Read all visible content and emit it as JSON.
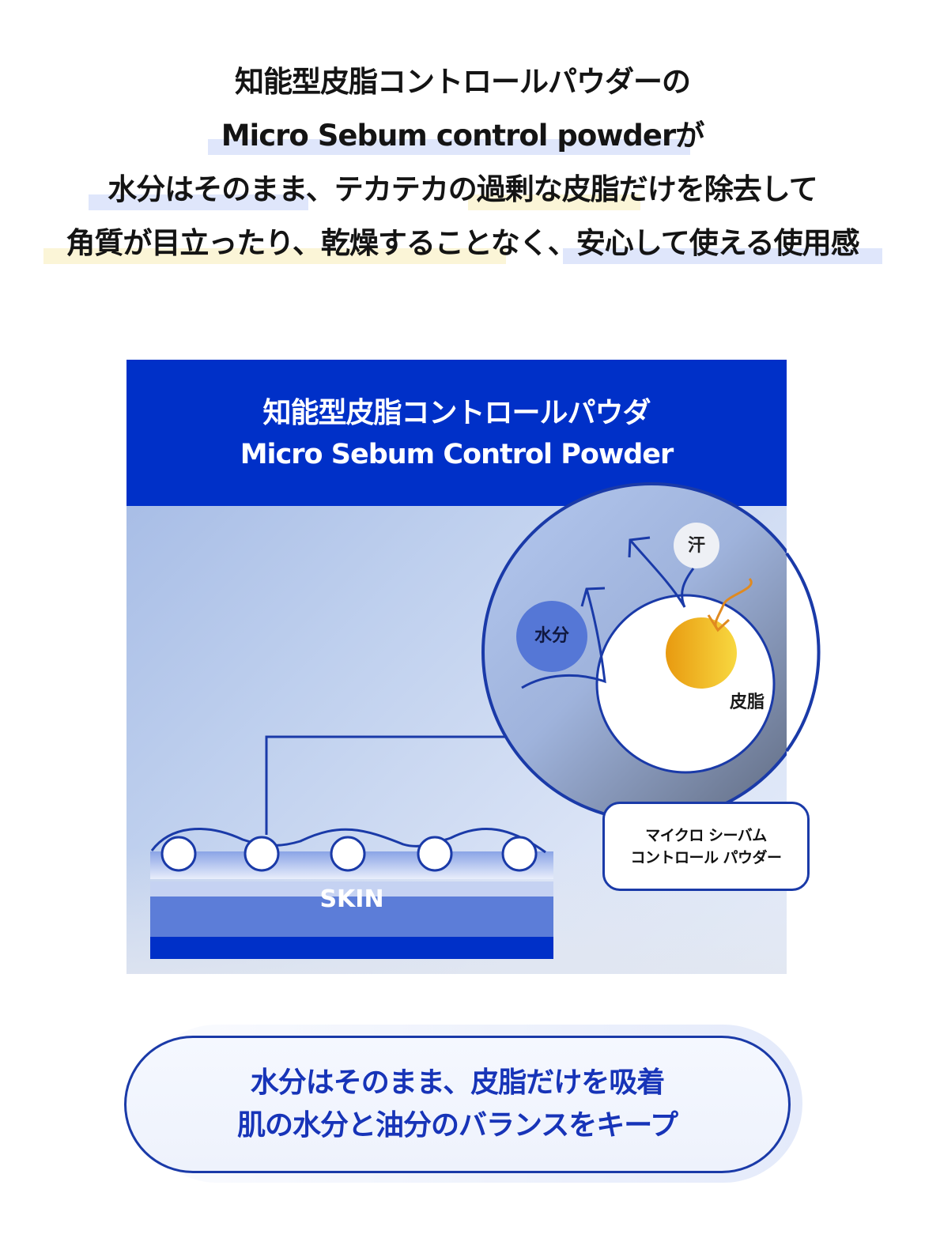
{
  "headline": {
    "lines": [
      "知能型皮脂コントロールパウダーの",
      "Micro Sebum control powderが",
      "水分はそのまま、テカテカの過剰な皮脂だけを除去して",
      "角質が目立ったり、乾燥することなく、安心して使える使用感"
    ]
  },
  "diagram": {
    "title_jp": "知能型皮脂コントロールパウダ",
    "title_en": "Micro Sebum Control Powder",
    "skin_label": "SKIN",
    "water_label": "水分",
    "sweat_label": "汗",
    "sebum_label": "皮脂",
    "callout": {
      "line1": "マイクロ シーバム",
      "line2": "コントロール パウダー"
    }
  },
  "summary": {
    "line1": "水分はそのまま、皮脂だけを吸着",
    "line2": "肌の水分と油分のバランスをキープ"
  },
  "colors": {
    "brand_blue": "#0030c8",
    "outline_blue": "#1a3aa8",
    "sebum_orange": "#f0a820",
    "highlight_blue": "#dfe6fb",
    "highlight_yellow": "#fbf5d7"
  }
}
